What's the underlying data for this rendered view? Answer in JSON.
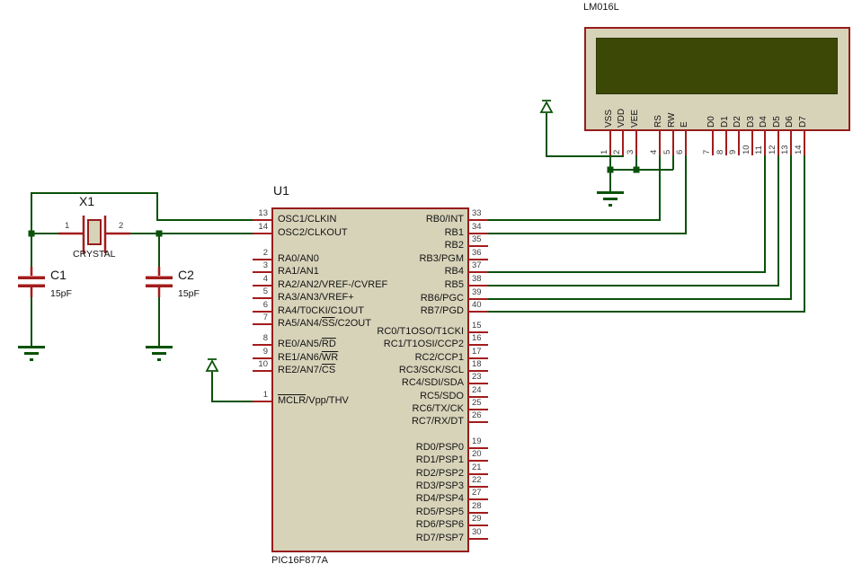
{
  "lcd": {
    "part": "LM016L",
    "pins": [
      {
        "n": "1",
        "label": "VSS"
      },
      {
        "n": "2",
        "label": "VDD"
      },
      {
        "n": "3",
        "label": "VEE"
      },
      {
        "n": "4",
        "label": "RS"
      },
      {
        "n": "5",
        "label": "RW"
      },
      {
        "n": "6",
        "label": "E"
      },
      {
        "n": "7",
        "label": "D0"
      },
      {
        "n": "8",
        "label": "D1"
      },
      {
        "n": "9",
        "label": "D2"
      },
      {
        "n": "10",
        "label": "D3"
      },
      {
        "n": "11",
        "label": "D4"
      },
      {
        "n": "12",
        "label": "D5"
      },
      {
        "n": "13",
        "label": "D6"
      },
      {
        "n": "14",
        "label": "D7"
      }
    ]
  },
  "pic": {
    "ref": "U1",
    "part": "PIC16F877A",
    "left_pins": [
      {
        "n": "13",
        "label": "OSC1/CLKIN"
      },
      {
        "n": "14",
        "label": "OSC2/CLKOUT"
      },
      {
        "n": "2",
        "label": "RA0/AN0"
      },
      {
        "n": "3",
        "label": "RA1/AN1"
      },
      {
        "n": "4",
        "label": "RA2/AN2/VREF-/CVREF"
      },
      {
        "n": "5",
        "label": "RA3/AN3/VREF+"
      },
      {
        "n": "6",
        "label": "RA4/T0CKI/C1OUT"
      },
      {
        "n": "7",
        "label": "RA5/AN4/~SS~/C2OUT"
      },
      {
        "n": "8",
        "label": "RE0/AN5/~RD~"
      },
      {
        "n": "9",
        "label": "RE1/AN6/~WR~"
      },
      {
        "n": "10",
        "label": "RE2/AN7/~CS~"
      },
      {
        "n": "1",
        "label": "~MCLR~/Vpp/THV"
      }
    ],
    "right_pins": [
      {
        "n": "33",
        "label": "RB0/INT"
      },
      {
        "n": "34",
        "label": "RB1"
      },
      {
        "n": "35",
        "label": "RB2"
      },
      {
        "n": "36",
        "label": "RB3/PGM"
      },
      {
        "n": "37",
        "label": "RB4"
      },
      {
        "n": "38",
        "label": "RB5"
      },
      {
        "n": "39",
        "label": "RB6/PGC"
      },
      {
        "n": "40",
        "label": "RB7/PGD"
      },
      {
        "n": "15",
        "label": "RC0/T1OSO/T1CKI"
      },
      {
        "n": "16",
        "label": "RC1/T1OSI/CCP2"
      },
      {
        "n": "17",
        "label": "RC2/CCP1"
      },
      {
        "n": "18",
        "label": "RC3/SCK/SCL"
      },
      {
        "n": "23",
        "label": "RC4/SDI/SDA"
      },
      {
        "n": "24",
        "label": "RC5/SDO"
      },
      {
        "n": "25",
        "label": "RC6/TX/CK"
      },
      {
        "n": "26",
        "label": "RC7/RX/DT"
      },
      {
        "n": "19",
        "label": "RD0/PSP0"
      },
      {
        "n": "20",
        "label": "RD1/PSP1"
      },
      {
        "n": "21",
        "label": "RD2/PSP2"
      },
      {
        "n": "22",
        "label": "RD3/PSP3"
      },
      {
        "n": "27",
        "label": "RD4/PSP4"
      },
      {
        "n": "28",
        "label": "RD5/PSP5"
      },
      {
        "n": "29",
        "label": "RD6/PSP6"
      },
      {
        "n": "30",
        "label": "RD7/PSP7"
      }
    ]
  },
  "crystal": {
    "ref": "X1",
    "value": "CRYSTAL",
    "pin1": "1",
    "pin2": "2"
  },
  "capacitors": [
    {
      "ref": "C1",
      "value": "15pF"
    },
    {
      "ref": "C2",
      "value": "15pF"
    }
  ],
  "colors": {
    "background": "#ffffff",
    "wire": "#0a520a",
    "pin": "#a31c1c",
    "body_fill": "#d7d3b9",
    "body_border": "#971c1c",
    "screen": "#3c4806",
    "text": "#141414",
    "pin_number": "#3c3c3c"
  }
}
